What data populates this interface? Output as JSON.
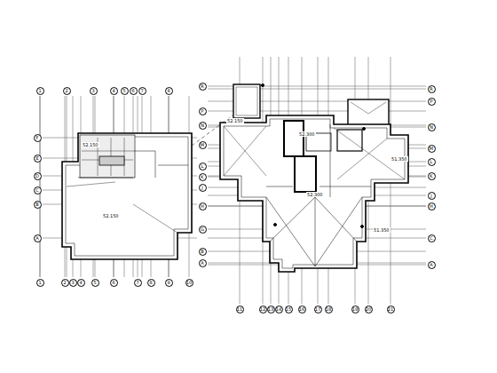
{
  "diagram": {
    "nodes": [
      {
        "text": [
          "1"
        ]
      },
      {
        "text": [
          "2"
        ]
      },
      {
        "text": [
          "3"
        ]
      },
      {
        "text": [
          "4"
        ]
      },
      {
        "text": [
          "5"
        ]
      },
      {
        "text": [
          "6"
        ]
      },
      {
        "text": [
          "7"
        ]
      },
      {
        "text": [
          "8"
        ]
      },
      {
        "text": [
          "1"
        ]
      },
      {
        "text": [
          "2"
        ]
      },
      {
        "text": [
          "3"
        ]
      },
      {
        "text": [
          "4"
        ]
      },
      {
        "text": [
          "5"
        ]
      },
      {
        "text": [
          "6"
        ]
      },
      {
        "text": [
          "7"
        ]
      },
      {
        "text": [
          "8"
        ]
      },
      {
        "text": [
          "9"
        ]
      },
      {
        "text": [
          "10"
        ]
      },
      {
        "text": [
          "F"
        ]
      },
      {
        "text": [
          "E"
        ]
      },
      {
        "text": [
          "D"
        ]
      },
      {
        "text": [
          "C"
        ]
      },
      {
        "text": [
          "B"
        ]
      },
      {
        "text": [
          "A"
        ]
      },
      {
        "text": [
          "R"
        ]
      },
      {
        "text": [
          "P"
        ]
      },
      {
        "text": [
          "N"
        ]
      },
      {
        "text": [
          "M"
        ]
      },
      {
        "text": [
          "L"
        ]
      },
      {
        "text": [
          "K"
        ]
      },
      {
        "text": [
          "J"
        ]
      },
      {
        "text": [
          "H"
        ]
      },
      {
        "text": [
          "G"
        ]
      },
      {
        "text": [
          "B"
        ]
      },
      {
        "text": [
          "A"
        ]
      },
      {
        "text": [
          "R"
        ]
      },
      {
        "text": [
          "P"
        ]
      },
      {
        "text": [
          "N"
        ]
      },
      {
        "text": [
          "M"
        ]
      },
      {
        "text": [
          "L"
        ]
      },
      {
        "text": [
          "K"
        ]
      },
      {
        "text": [
          "J"
        ]
      },
      {
        "text": [
          "H"
        ]
      },
      {
        "text": [
          "C"
        ]
      },
      {
        "text": [
          "A"
        ]
      },
      {
        "text": [
          "11"
        ]
      },
      {
        "text": [
          "12"
        ]
      },
      {
        "text": [
          "13"
        ]
      },
      {
        "text": [
          "14"
        ]
      },
      {
        "text": [
          "15"
        ]
      },
      {
        "text": [
          "16"
        ]
      },
      {
        "text": [
          "17"
        ]
      },
      {
        "text": [
          "18"
        ]
      },
      {
        "text": [
          "19"
        ]
      },
      {
        "text": [
          "20"
        ]
      },
      {
        "text": [
          "21"
        ]
      }
    ],
    "labels": [
      "52.150",
      "52.300",
      "52.150",
      "52.300",
      "51.350",
      "51.350",
      "52.150"
    ]
  }
}
